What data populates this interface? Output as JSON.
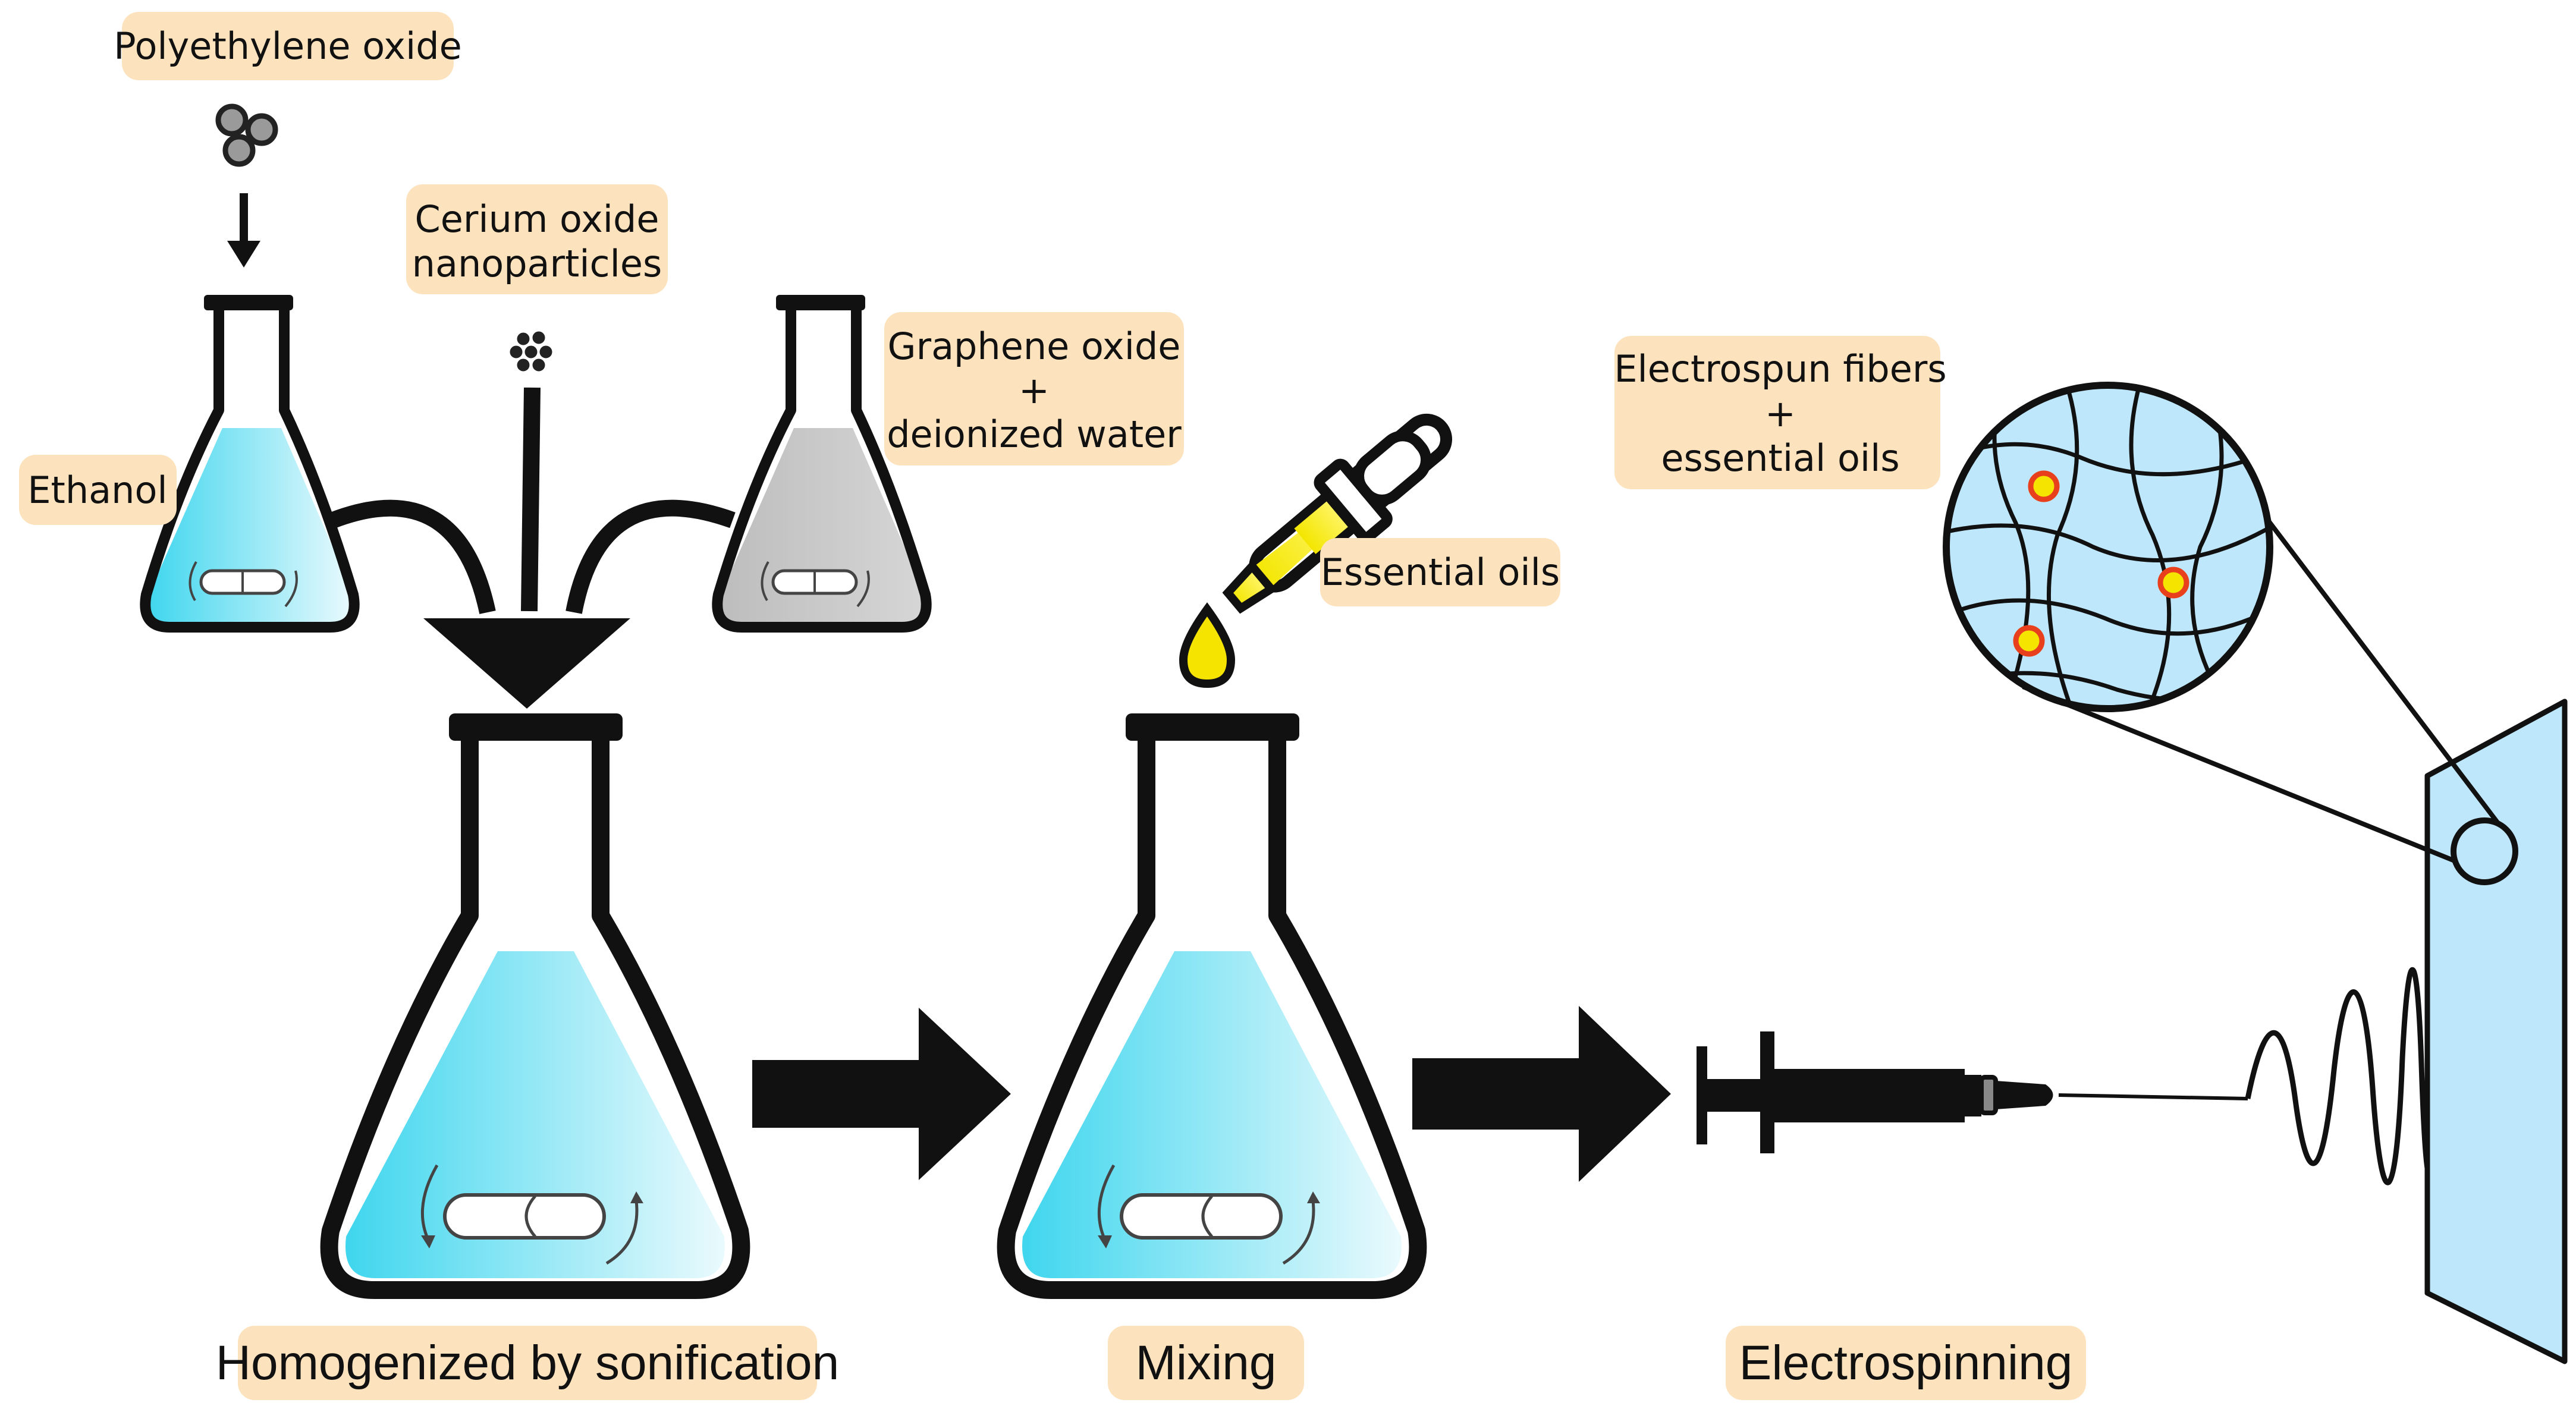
{
  "labels": {
    "polyethylene_oxide": "Polyethylene oxide",
    "cerium_oxide_line1": "Cerium oxide",
    "cerium_oxide_line2": "nanoparticles",
    "ethanol": "Ethanol",
    "graphene_line1": "Graphene oxide",
    "graphene_line2": "+",
    "graphene_line3": "deionized water",
    "essential_oils": "Essential oils",
    "fibers_line1": "Electrospun fibers",
    "fibers_line2": "+",
    "fibers_line3": "essential oils"
  },
  "steps": {
    "step1": "Homogenized by sonification",
    "step2": "Mixing",
    "step3": "Electrospinning"
  },
  "colors": {
    "label_bg": "#fde3bd",
    "liquid_cyan": "#3fd6ee",
    "liquid_light": "#dff7fc",
    "graphene_gray": "#c8c8c8",
    "oil_yellow": "#f4e400",
    "oil_dot_red": "#e8401c",
    "collector_blue": "#bfe7fb",
    "outline": "#111111"
  }
}
